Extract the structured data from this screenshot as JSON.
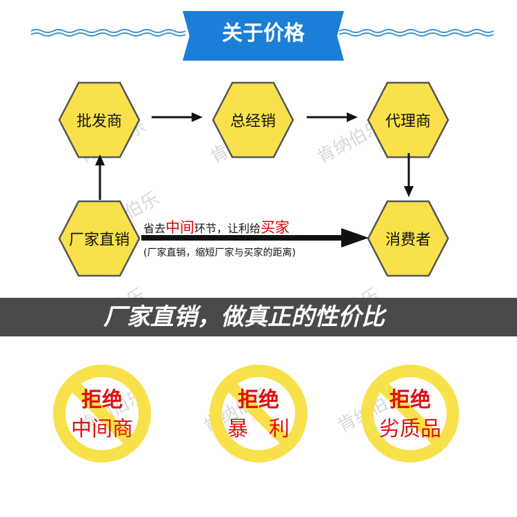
{
  "header": {
    "title": "关于价格"
  },
  "flow": {
    "wholesaler": "批发商",
    "general_distributor": "总经销",
    "agent": "代理商",
    "manufacturer_direct": "厂家直销",
    "consumer": "消费者"
  },
  "middle_note": {
    "part1": "省去",
    "part2": "中间",
    "part3": "环节，让利给",
    "part4": "买家",
    "sub": "(厂家直销，缩短厂家与买家的距离)"
  },
  "banner": {
    "text": "厂家直销，做真正的性价比"
  },
  "reject": [
    {
      "line1": "拒绝",
      "line2": "中间商"
    },
    {
      "line1": "拒绝",
      "line2": "暴　利"
    },
    {
      "line1": "拒绝",
      "line2": "劣质品"
    }
  ],
  "watermark": {
    "text": "肯纳伯乐"
  },
  "colors": {
    "hex_fill": "#f8e14b",
    "hex_stroke": "#555555",
    "title_blue": "#1a7fd6",
    "red_text": "#e00000",
    "banner_bg": "#4a4a4a"
  }
}
